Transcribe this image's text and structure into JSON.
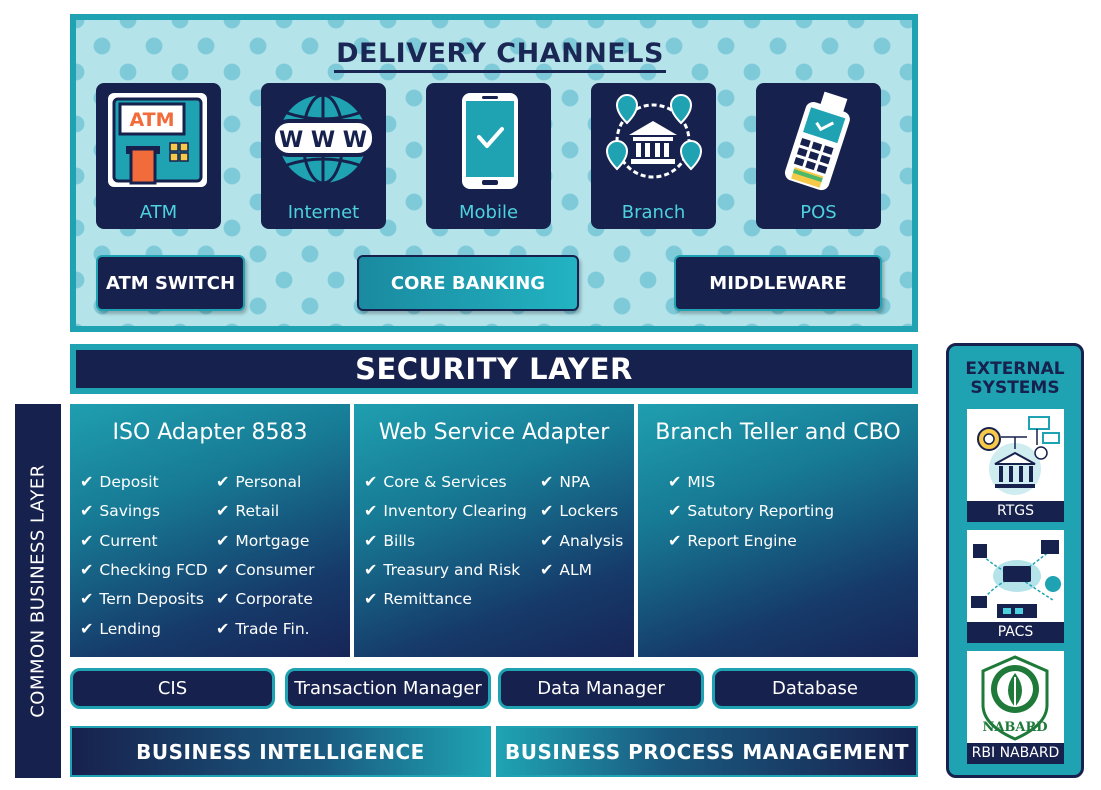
{
  "delivery": {
    "title": "DELIVERY CHANNELS",
    "channels": [
      {
        "label": "ATM",
        "icon": "atm-icon",
        "screen_text": "ATM"
      },
      {
        "label": "Internet",
        "icon": "globe-icon",
        "screen_text": "W W W"
      },
      {
        "label": "Mobile",
        "icon": "mobile-phone-icon"
      },
      {
        "label": "Branch",
        "icon": "bank-branch-icon"
      },
      {
        "label": "POS",
        "icon": "pos-terminal-icon"
      }
    ],
    "systems": [
      "ATM SWITCH",
      "CORE BANKING",
      "MIDDLEWARE"
    ]
  },
  "security": {
    "label": "SECURITY LAYER"
  },
  "common_business_layer": {
    "label": "COMMON BUSINESS LAYER"
  },
  "columns": [
    {
      "heading": "ISO Adapter 8583",
      "left_items": [
        "Deposit",
        "Savings",
        "Current",
        "Checking FCD",
        "Tern Deposits",
        "Lending"
      ],
      "right_items": [
        "Personal",
        "Retail",
        "Mortgage",
        "Consumer",
        "Corporate",
        "Trade Fin."
      ]
    },
    {
      "heading": "Web Service Adapter",
      "left_items": [
        "Core & Services",
        "Inventory Clearing",
        "Bills",
        "Treasury and Risk",
        "Remittance"
      ],
      "right_items": [
        "NPA",
        "Lockers",
        "Analysis",
        "ALM"
      ]
    },
    {
      "heading": "Branch Teller and CBO",
      "left_items": [
        "MIS",
        "Satutory Reporting",
        "Report Engine"
      ],
      "right_items": []
    }
  ],
  "components": [
    "CIS",
    "Transaction Manager",
    "Data Manager",
    "Database"
  ],
  "bottom": {
    "left": "BUSINESS INTELLIGENCE",
    "right": "BUSINESS PROCESS MANAGEMENT"
  },
  "external": {
    "title_line1": "EXTERNAL",
    "title_line2": "SYSTEMS",
    "systems": [
      {
        "label": "RTGS",
        "icon": "rtgs-network-icon"
      },
      {
        "label": "PACS",
        "icon": "pacs-network-icon"
      },
      {
        "label": "RBI NABARD",
        "icon": "nabard-logo-icon",
        "logo_text": "NABARD"
      }
    ]
  },
  "colors": {
    "navy": "#17214d",
    "teal": "#1fa3b3",
    "light_teal": "#b4e3ea",
    "accent": "#4dd1de"
  }
}
